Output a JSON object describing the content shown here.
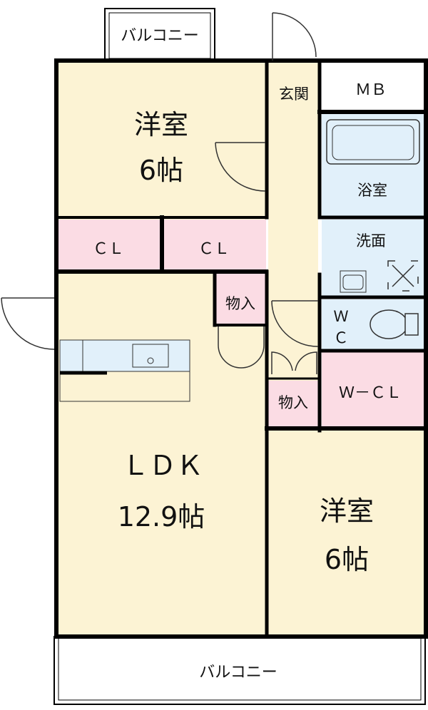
{
  "colors": {
    "wall": "#000000",
    "room_bedroom": "#fcf3d4",
    "room_closet": "#fbdce4",
    "room_wet": "#e1f0fa",
    "room_entry": "#fcf3d4",
    "storage": "#fcf3d4",
    "outside": "#ffffff"
  },
  "rooms": {
    "bedroom_top": {
      "name": "洋室",
      "size": "6帖"
    },
    "closet_left": {
      "name": "ＣＬ"
    },
    "closet_right": {
      "name": "ＣＬ"
    },
    "storage_top": {
      "name": "物入"
    },
    "storage_bottom": {
      "name": "物入"
    },
    "ldk": {
      "name": "ＬＤＫ",
      "size": "12.9帖"
    },
    "bedroom_bottom": {
      "name": "洋室",
      "size": "6帖"
    },
    "entrance": {
      "name": "玄関"
    },
    "mb": {
      "name": "ＭＢ"
    },
    "bath": {
      "name": "浴室"
    },
    "washroom": {
      "name": "洗面"
    },
    "wc_line1": {
      "name": "Ｗ"
    },
    "wc_line2": {
      "name": "Ｃ"
    },
    "wcl": {
      "name": "Ｗ－ＣＬ"
    }
  },
  "balconies": {
    "top": "バルコニー",
    "bottom": "バルコニー"
  }
}
